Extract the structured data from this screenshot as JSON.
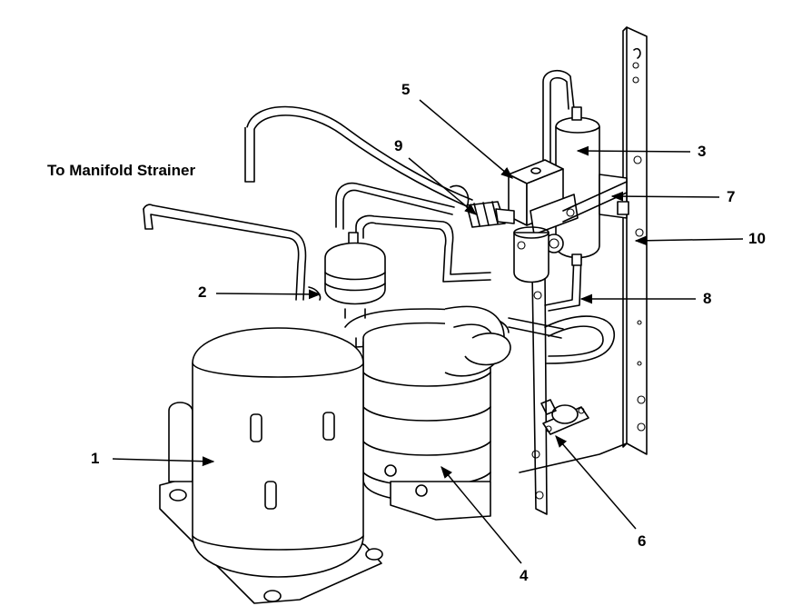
{
  "diagram": {
    "caption": "To Manifold Strainer",
    "callouts": [
      {
        "id": "1",
        "label": "1"
      },
      {
        "id": "2",
        "label": "2"
      },
      {
        "id": "3",
        "label": "3"
      },
      {
        "id": "4",
        "label": "4"
      },
      {
        "id": "5",
        "label": "5"
      },
      {
        "id": "6",
        "label": "6"
      },
      {
        "id": "7",
        "label": "7"
      },
      {
        "id": "8",
        "label": "8"
      },
      {
        "id": "9",
        "label": "9"
      },
      {
        "id": "10",
        "label": "10"
      }
    ]
  }
}
